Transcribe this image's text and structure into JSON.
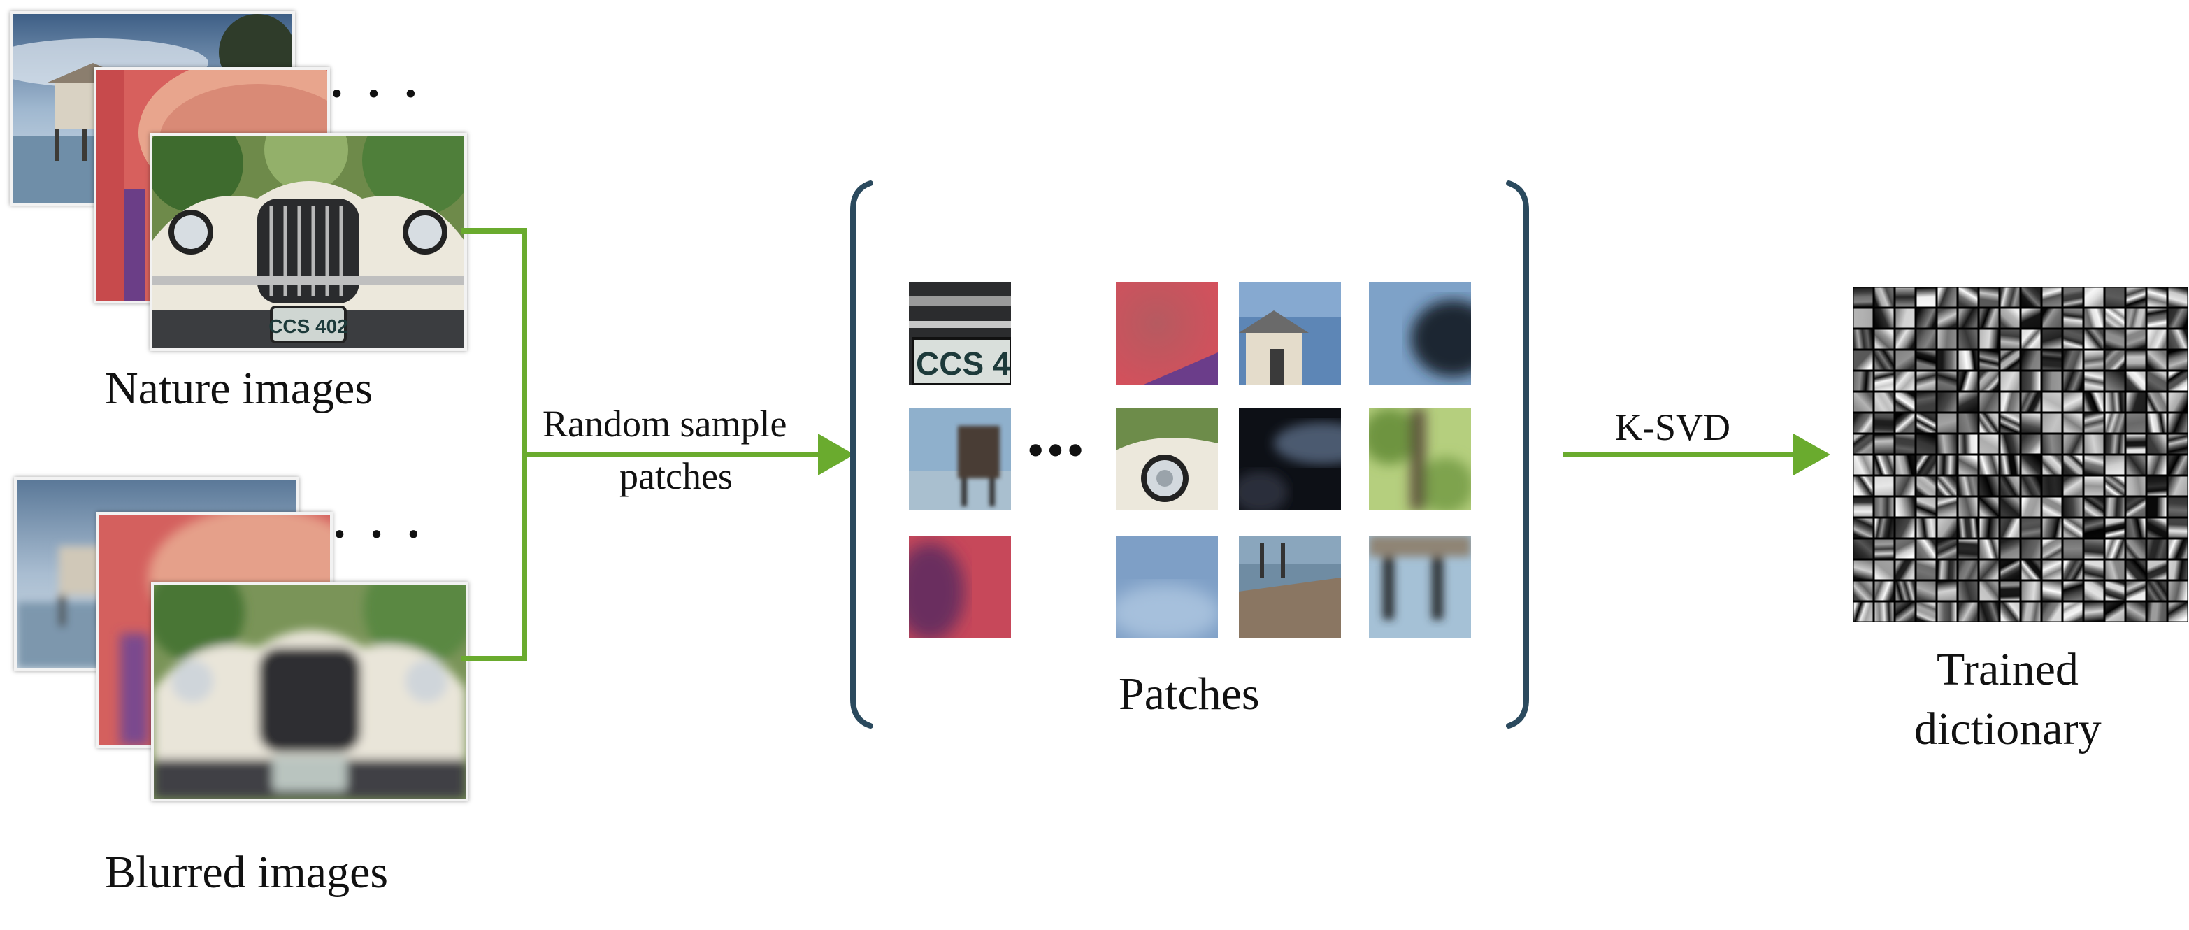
{
  "labels": {
    "nature_images": "Nature images",
    "blurred_images": "Blurred images",
    "random_sample_line1": "Random sample",
    "random_sample_line2": "patches",
    "patches": "Patches",
    "ksvd": "K-SVD",
    "trained_line1": "Trained",
    "trained_line2": "dictionary",
    "license_plate": "CCS 402",
    "patch_plate": "CCS 4",
    "ellipsis_stack": "· · ·",
    "ellipsis_patches": "•••"
  },
  "colors": {
    "arrow_green": "#6aab2e",
    "bracket_navy": "#2b4a5e",
    "text": "#111111"
  }
}
